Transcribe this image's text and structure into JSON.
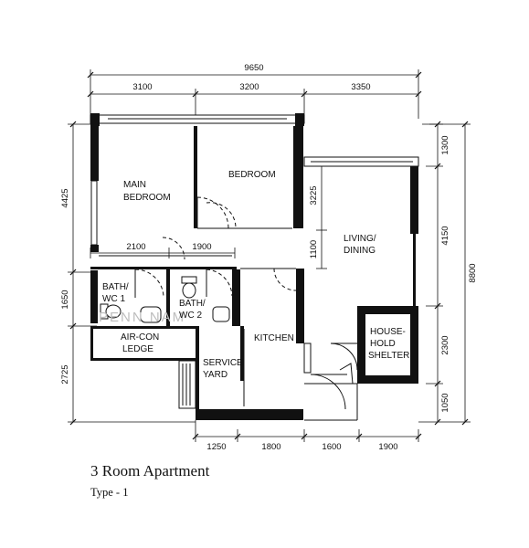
{
  "plan": {
    "title": "3 Room Apartment",
    "subtitle": "Type - 1",
    "watermark": "PENN NAM",
    "dimensions": {
      "overall_width": "9650",
      "top": [
        "3100",
        "3200",
        "3350"
      ],
      "bottom": [
        "1250",
        "1800",
        "1600",
        "1900"
      ],
      "left": [
        "4425",
        "1650",
        "2725"
      ],
      "right_inner": [
        "1300",
        "4150",
        "2300",
        "1050"
      ],
      "right_overall": "8800",
      "inner": {
        "bath_width_1": "2100",
        "bath_width_2": "1900",
        "living_depth": "3225",
        "corridor": "1100"
      }
    },
    "rooms": {
      "main_bedroom": [
        "MAIN",
        "BEDROOM"
      ],
      "bedroom": "BEDROOM",
      "living": [
        "LIVING/",
        "DINING"
      ],
      "bath1": [
        "BATH/",
        "WC 1"
      ],
      "bath2": [
        "BATH/",
        "WC 2"
      ],
      "aircon": [
        "AIR-CON",
        "LEDGE"
      ],
      "kitchen": "KITCHEN",
      "service": [
        "SERVICE",
        "YARD"
      ],
      "shelter": [
        "HOUSE-",
        "HOLD",
        "SHELTER"
      ]
    },
    "colors": {
      "line": "#111111",
      "watermark": "#bdbdbd"
    }
  }
}
